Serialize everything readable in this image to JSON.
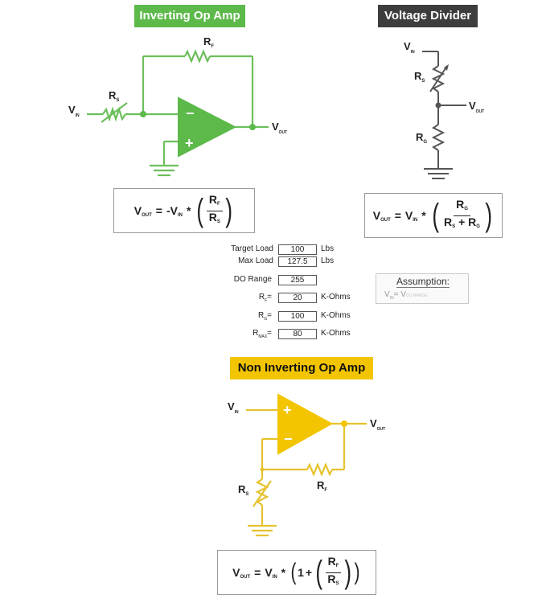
{
  "colors": {
    "inverting": "#5cb94a",
    "divider": "#3d3d3d",
    "noninverting": "#f2c500",
    "wire_inverting": "#6cbf5a",
    "wire_noninverting": "#e6c22e"
  },
  "inverting": {
    "title": "Inverting Op Amp",
    "rf": {
      "main": "R",
      "sub": "F"
    },
    "rs": {
      "main": "R",
      "sub": "S"
    },
    "vin": {
      "main": "V",
      "sub": "IN"
    },
    "vout": {
      "main": "V",
      "sub": "OUT"
    },
    "minus": "−",
    "plus": "+",
    "formula": {
      "lhs": {
        "main": "V",
        "sub": "OUT"
      },
      "eq": "=",
      "neg": "-V",
      "neg_sub": "IN",
      "times": "*",
      "num": {
        "main": "R",
        "sub": "F"
      },
      "den": {
        "main": "R",
        "sub": "S"
      }
    }
  },
  "divider": {
    "title": "Voltage Divider",
    "vin": {
      "main": "V",
      "sub": "IN"
    },
    "rs": {
      "main": "R",
      "sub": "S"
    },
    "vout": {
      "main": "V",
      "sub": "OUT"
    },
    "rg": {
      "main": "R",
      "sub": "G"
    },
    "formula": {
      "lhs": {
        "main": "V",
        "sub": "OUT"
      },
      "eq": "=",
      "v": "V",
      "v_sub": "IN",
      "times": "*",
      "num": {
        "main": "R",
        "sub": "G"
      },
      "den_a": {
        "main": "R",
        "sub": "S"
      },
      "den_plus": "+",
      "den_b": {
        "main": "R",
        "sub": "G"
      }
    }
  },
  "form": {
    "target_load": {
      "label": "Target Load",
      "value": "100",
      "unit": "Lbs"
    },
    "max_load": {
      "label": "Max Load",
      "value": "127.5",
      "unit": "Lbs"
    },
    "do_range": {
      "label": "DO Range",
      "value": "255"
    },
    "rf": {
      "label": "R",
      "label_sub": "F",
      "eq": "=",
      "value": "20",
      "unit": "K-Ohms"
    },
    "rg": {
      "label": "R",
      "label_sub": "G",
      "eq": "=",
      "value": "100",
      "unit": "K-Ohms"
    },
    "rmax": {
      "label": "R",
      "label_sub": "MAX",
      "eq": "=",
      "value": "80",
      "unit": "K-Ohms"
    }
  },
  "assumption": {
    "title": "Assumption:",
    "lhs": "V",
    "lhs_sub": "IN",
    "eq": "=",
    "rhs": "V",
    "rhs_sub": "DO RANGE"
  },
  "noninverting": {
    "title": "Non Inverting Op Amp",
    "vin": {
      "main": "V",
      "sub": "IN"
    },
    "vout": {
      "main": "V",
      "sub": "OUT"
    },
    "rf": {
      "main": "R",
      "sub": "F"
    },
    "rs": {
      "main": "R",
      "sub": "S"
    },
    "plus": "+",
    "minus": "−",
    "formula": {
      "lhs": {
        "main": "V",
        "sub": "OUT"
      },
      "eq": "=",
      "v": "V",
      "v_sub": "IN",
      "times": "*",
      "one": "1",
      "plus": "+",
      "num": {
        "main": "R",
        "sub": "F"
      },
      "den": {
        "main": "R",
        "sub": "S"
      }
    }
  }
}
